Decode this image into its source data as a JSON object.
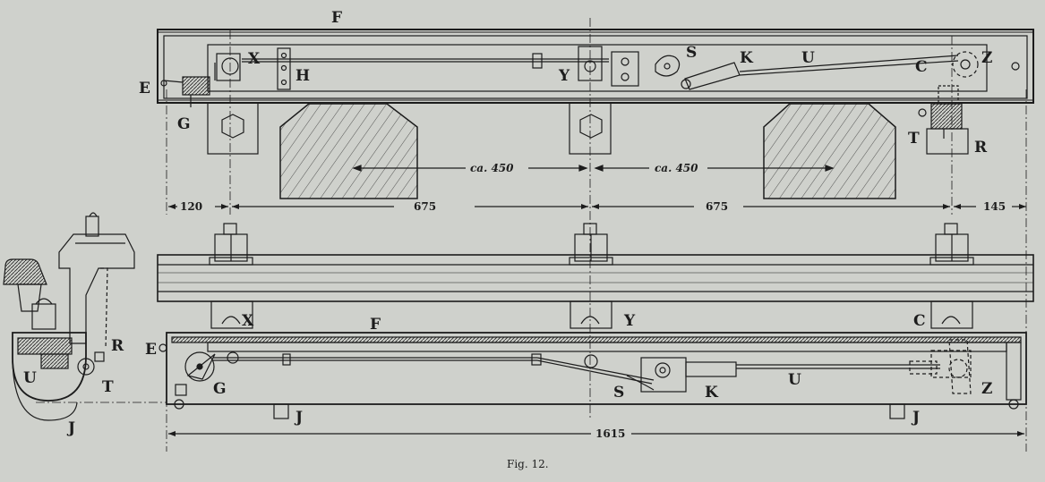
{
  "caption": "Fig. 12.",
  "labels": {
    "F": "F",
    "X": "X",
    "H": "H",
    "E": "E",
    "G": "G",
    "Y": "Y",
    "S": "S",
    "K": "K",
    "U": "U",
    "C": "C",
    "Z": "Z",
    "T": "T",
    "R": "R",
    "J": "J"
  },
  "dimensions": {
    "d120": "120",
    "d675a": "675",
    "d675b": "675",
    "d145": "145",
    "ca450a": "ca. 450",
    "ca450b": "ca. 450",
    "d1615": "1615"
  },
  "colors": {
    "paper": "#cfd1cc",
    "ink": "#1c1c1c",
    "wood": "#e4e2dc"
  }
}
